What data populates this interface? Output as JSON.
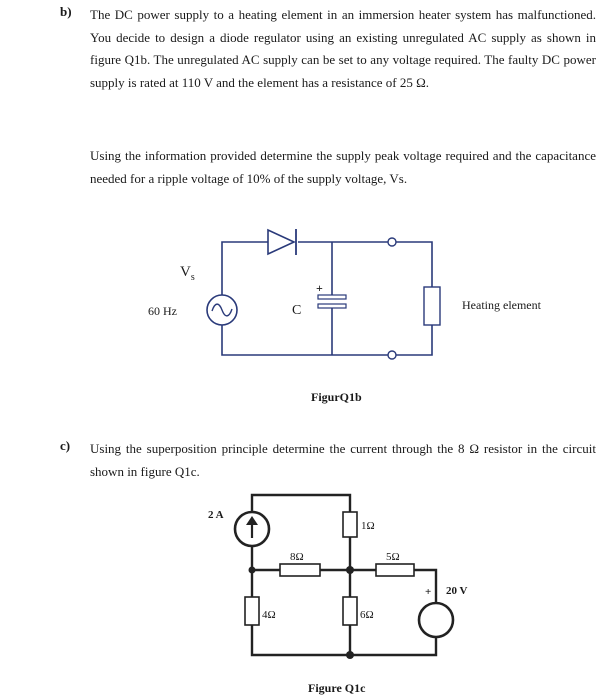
{
  "part_b": {
    "label": "b)",
    "paragraph1": "The DC power supply to a heating element in an immersion heater system has malfunctioned. You decide to design a diode regulator using an existing unregulated AC supply as shown in figure Q1b. The unregulated AC supply can be set to any voltage required. The faulty DC power supply is rated at 110 V and the element has a resistance of 25 Ω.",
    "paragraph2": "Using the information provided determine the supply peak voltage required and the capacitance needed for a ripple voltage of 10% of the supply voltage, Vs.",
    "figure": {
      "source_label": "V",
      "source_sub": "s",
      "freq_label": "60 Hz",
      "cap_label": "C",
      "plus_label": "+",
      "load_label": "Heating element",
      "caption": "FigurQ1b"
    }
  },
  "part_c": {
    "label": "c)",
    "paragraph": "Using the superposition principle determine the current through the 8 Ω resistor in the circuit shown in figure Q1c.",
    "figure": {
      "current_source_label": "2 A",
      "r_1": "1Ω",
      "r_8": "8Ω",
      "r_5": "5Ω",
      "r_4": "4Ω",
      "r_6": "6Ω",
      "plus_label": "+",
      "voltage_source_label": "20 V",
      "caption": "Figure Q1c"
    }
  }
}
